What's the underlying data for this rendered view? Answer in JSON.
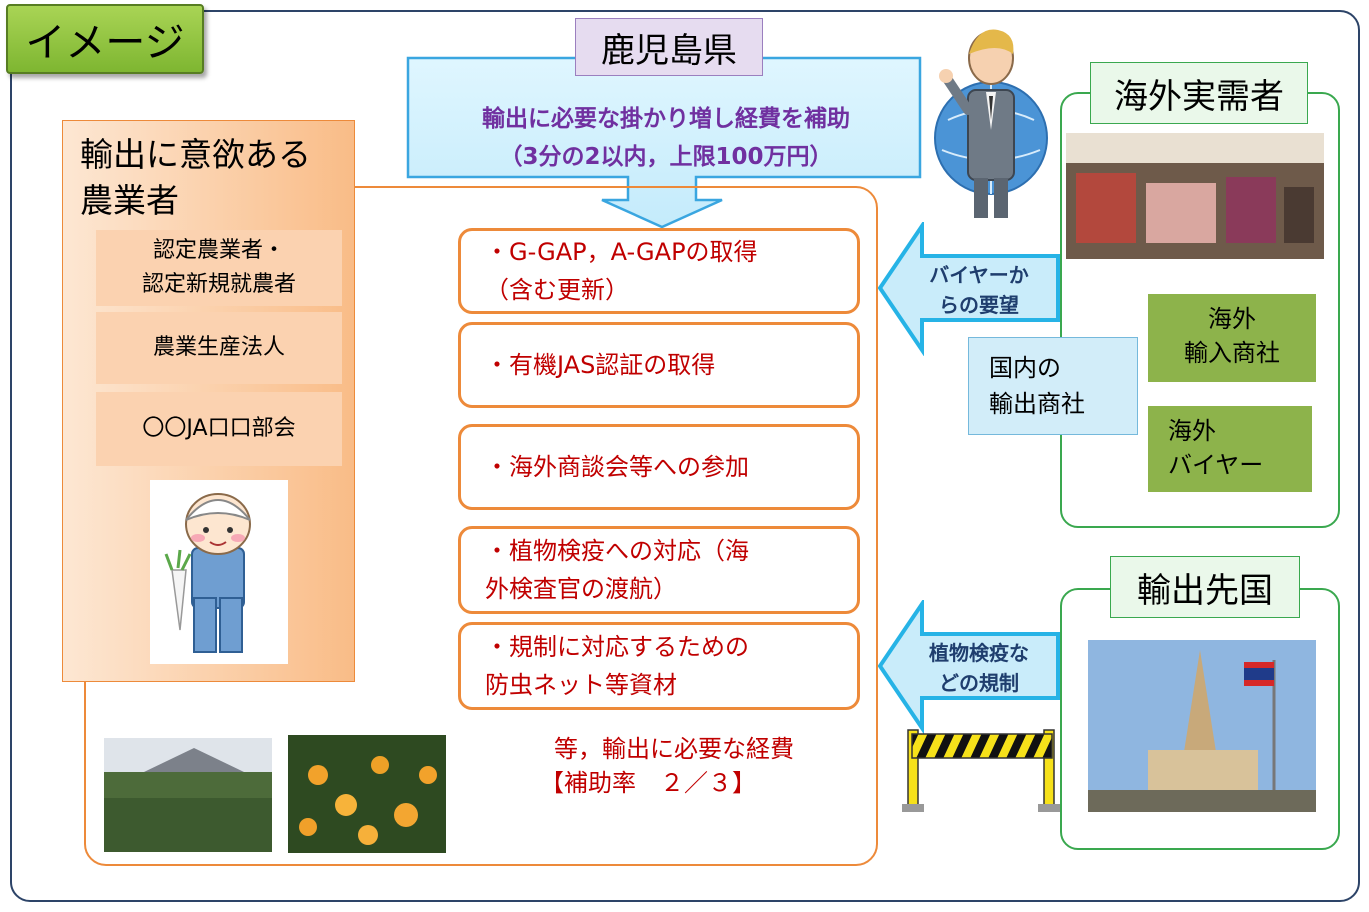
{
  "title_tag": "イメージ",
  "prefecture": "鹿児島県",
  "subsidy": {
    "line1": "輸出に必要な掛かり増し経費を補助",
    "line2": "（3分の2以内，上限100万円）"
  },
  "farmer_panel": {
    "title_line1": "輸出に意欲ある",
    "title_line2": "農業者",
    "items": [
      {
        "line1": "認定農業者・",
        "line2": "認定新規就農者"
      },
      {
        "line1": "農業生産法人",
        "line2": ""
      },
      {
        "line1": "〇〇JA口口部会",
        "line2": ""
      }
    ]
  },
  "activities": [
    {
      "line1": "・G-GAP，A-GAPの取得",
      "line2": "（含む更新）"
    },
    {
      "line1": "・有機JAS認証の取得",
      "line2": ""
    },
    {
      "line1": "・海外商談会等への参加",
      "line2": ""
    },
    {
      "line1": "・植物検疫への対応（海",
      "line2": "外検査官の渡航）"
    },
    {
      "line1": "・規制に対応するための",
      "line2": "防虫ネット等資材"
    }
  ],
  "footer": {
    "line1": "等，輸出に必要な経費",
    "line2": "【補助率　２／３】"
  },
  "overseas_demand": {
    "title": "海外実需者",
    "importer_line1": "海外",
    "importer_line2": "輸入商社",
    "buyer_line1": "海外",
    "buyer_line2": "バイヤー"
  },
  "domestic_trading": {
    "line1": "国内の",
    "line2": "輸出商社"
  },
  "buyer_arrow": {
    "line1": "バイヤーか",
    "line2": "らの要望"
  },
  "export_country": {
    "title": "輸出先国"
  },
  "regulation_arrow": {
    "line1": "植物検疫な",
    "line2": "どの規制"
  },
  "colors": {
    "orange": "#ed8a3a",
    "purple": "#7030a0",
    "red": "#c00000",
    "green": "#3aa84f",
    "sky": "#26b3e6",
    "olive": "#8db34b"
  }
}
